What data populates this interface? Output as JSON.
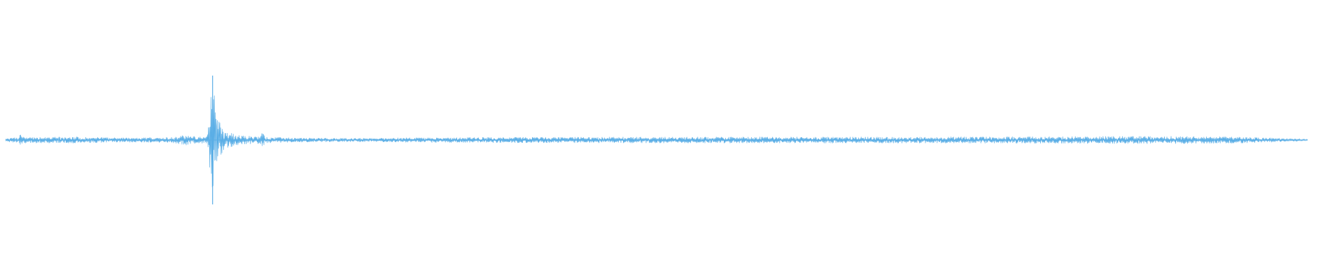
{
  "chart_data": {
    "type": "line",
    "style": "audio-waveform",
    "title": "",
    "xlabel": "",
    "ylabel": "",
    "grid": false,
    "legend": "none",
    "x_range": [
      0,
      1
    ],
    "ylim": [
      -1,
      1
    ],
    "color": "#5aaee6",
    "baseline_level": 0.035,
    "noise_floor_level": 0.02,
    "envelope": [
      {
        "x": 0.0,
        "amp": 0.02
      },
      {
        "x": 0.01,
        "amp": 0.05
      },
      {
        "x": 0.0115,
        "amp": 0.11
      },
      {
        "x": 0.013,
        "amp": 0.05
      },
      {
        "x": 0.03,
        "amp": 0.05
      },
      {
        "x": 0.06,
        "amp": 0.05
      },
      {
        "x": 0.08,
        "amp": 0.04
      },
      {
        "x": 0.1,
        "amp": 0.035
      },
      {
        "x": 0.13,
        "amp": 0.05
      },
      {
        "x": 0.14,
        "amp": 0.09
      },
      {
        "x": 0.143,
        "amp": 0.06
      },
      {
        "x": 0.15,
        "amp": 0.05
      },
      {
        "x": 0.155,
        "amp": 0.07
      },
      {
        "x": 0.159,
        "amp": 1.0
      },
      {
        "x": 0.162,
        "amp": 0.38
      },
      {
        "x": 0.166,
        "amp": 0.22
      },
      {
        "x": 0.172,
        "amp": 0.12
      },
      {
        "x": 0.18,
        "amp": 0.07
      },
      {
        "x": 0.195,
        "amp": 0.06
      },
      {
        "x": 0.197,
        "amp": 0.12
      },
      {
        "x": 0.2,
        "amp": 0.05
      },
      {
        "x": 0.22,
        "amp": 0.035
      },
      {
        "x": 0.28,
        "amp": 0.03
      },
      {
        "x": 0.32,
        "amp": 0.04
      },
      {
        "x": 0.4,
        "amp": 0.045
      },
      {
        "x": 0.5,
        "amp": 0.05
      },
      {
        "x": 0.6,
        "amp": 0.05
      },
      {
        "x": 0.7,
        "amp": 0.05
      },
      {
        "x": 0.8,
        "amp": 0.055
      },
      {
        "x": 0.85,
        "amp": 0.06
      },
      {
        "x": 0.9,
        "amp": 0.06
      },
      {
        "x": 0.95,
        "amp": 0.05
      },
      {
        "x": 0.98,
        "amp": 0.03
      },
      {
        "x": 1.0,
        "amp": 0.01
      }
    ]
  }
}
